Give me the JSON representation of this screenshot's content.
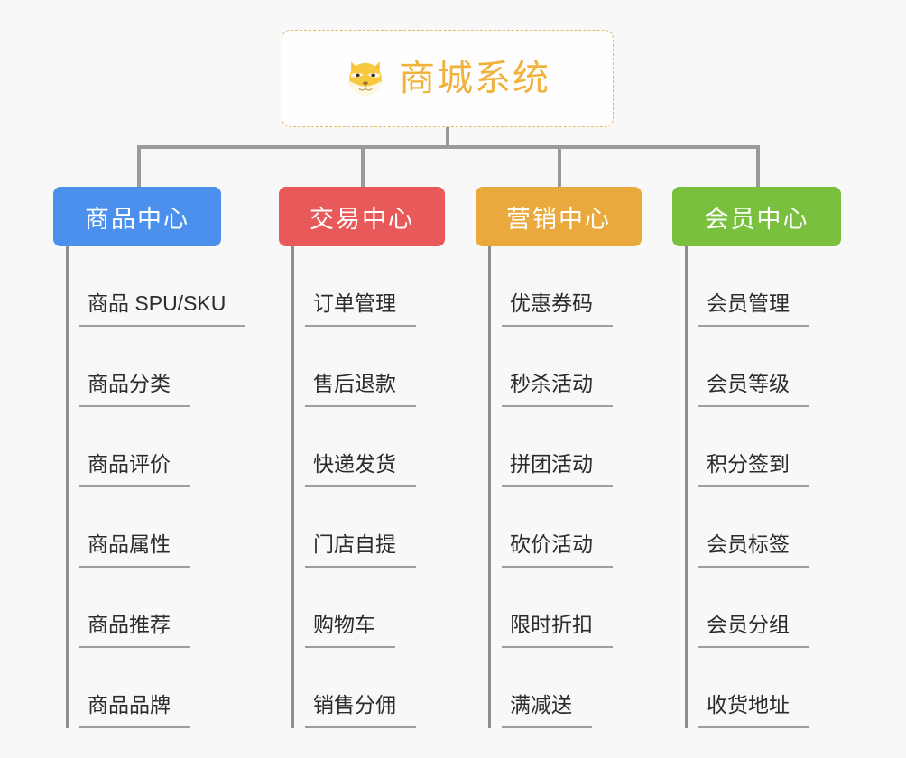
{
  "diagram": {
    "type": "org-chart",
    "background_color": "#f8f8f8",
    "connector_color": "#9a9a9a",
    "root": {
      "title": "商城系统",
      "icon": "shiba-dog-emoji",
      "text_color": "#f0b23c",
      "border_color": "#e8b765",
      "background_color": "#fefefe"
    },
    "categories": [
      {
        "label": "商品中心",
        "color": "#4a90ec",
        "items": [
          "商品 SPU/SKU",
          "商品分类",
          "商品评价",
          "商品属性",
          "商品推荐",
          "商品品牌"
        ]
      },
      {
        "label": "交易中心",
        "color": "#e8595a",
        "items": [
          "订单管理",
          "售后退款",
          "快递发货",
          "门店自提",
          "购物车",
          "销售分佣"
        ]
      },
      {
        "label": "营销中心",
        "color": "#eaa93c",
        "items": [
          "优惠券码",
          "秒杀活动",
          "拼团活动",
          "砍价活动",
          "限时折扣",
          "满减送"
        ]
      },
      {
        "label": "会员中心",
        "color": "#79c03e",
        "items": [
          "会员管理",
          "会员等级",
          "积分签到",
          "会员标签",
          "会员分组",
          "收货地址"
        ]
      }
    ]
  }
}
